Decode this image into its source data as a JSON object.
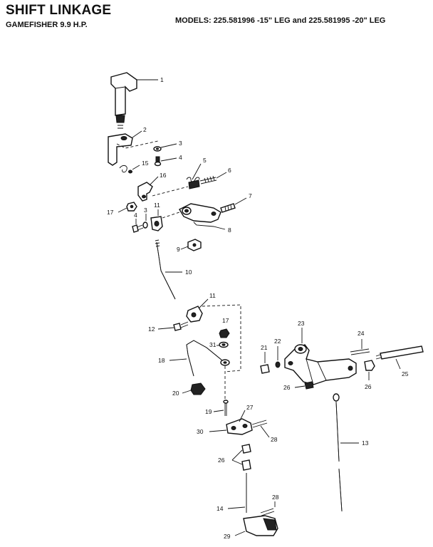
{
  "header": {
    "title": "SHIFT LINKAGE",
    "subtitle": "GAMEFISHER 9.9 H.P.",
    "models": "MODELS: 225.581996 -15\" LEG and  225.581995 -20\" LEG"
  },
  "callouts": {
    "c1": "1",
    "c2": "2",
    "c3a": "3",
    "c4a": "4",
    "c5": "5",
    "c6": "6",
    "c7": "7",
    "c8": "8",
    "c9": "9",
    "c10": "10",
    "c11a": "11",
    "c11b": "11",
    "c12": "12",
    "c13": "13",
    "c14": "14",
    "c15": "15",
    "c16": "16",
    "c17a": "17",
    "c17b": "17",
    "c3b": "3",
    "c4b": "4",
    "c18": "18",
    "c19": "19",
    "c20": "20",
    "c21": "21",
    "c22": "22",
    "c23": "23",
    "c24": "24",
    "c25": "25",
    "c26a": "26",
    "c26b": "26",
    "c26c": "26",
    "c27": "27",
    "c28a": "28",
    "c28b": "28",
    "c29": "29",
    "c30": "30",
    "c31": "31"
  }
}
